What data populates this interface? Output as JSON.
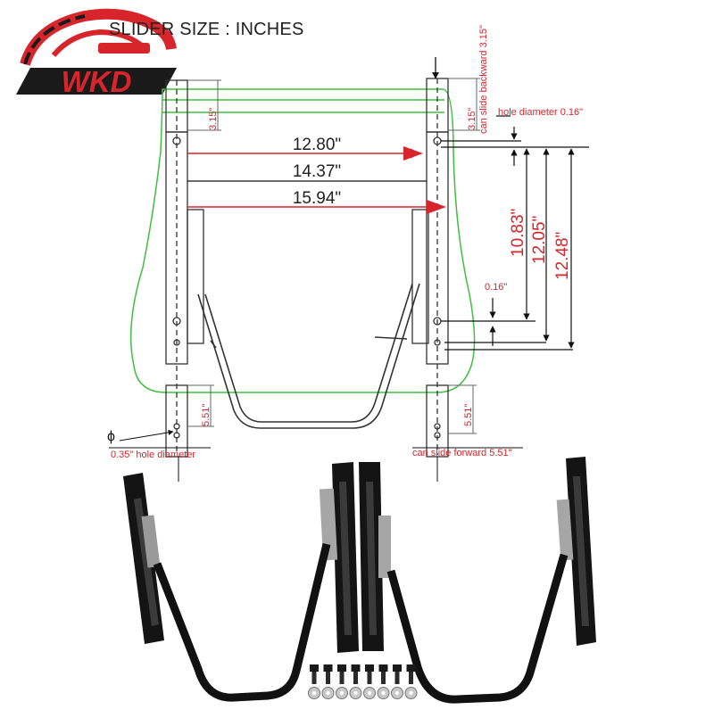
{
  "brand": {
    "logo_text": "WKD",
    "colors": {
      "red": "#d7252b",
      "dark": "#1a1a1a",
      "green": "#3fbf3f",
      "gray": "#888888"
    }
  },
  "header": {
    "title": "SLIDER SIZE : INCHES"
  },
  "dimensions": {
    "width_inner": "12.80\"",
    "width_mid": "14.37\"",
    "width_outer": "15.94\"",
    "slide_back_left": "3.15\"",
    "slide_back_right": "3.15\"",
    "slide_back_note": "can slide backward 3.15\"",
    "hole_diameter_small": "hole diameter 0.16\"",
    "hole_offset": "0.16\"",
    "length_a": "10.83\"",
    "length_b": "12.05\"",
    "length_c": "12.48\"",
    "slide_fwd_left": "5.51\"",
    "slide_fwd_right": "5.51\"",
    "slide_fwd_note": "can slide forward 5.51\"",
    "hole_diameter_big": "0.35\" hole diameter",
    "phi_symbol": "ϕ"
  },
  "hardware": {
    "bolt_count": 8,
    "washer_count": 8
  }
}
